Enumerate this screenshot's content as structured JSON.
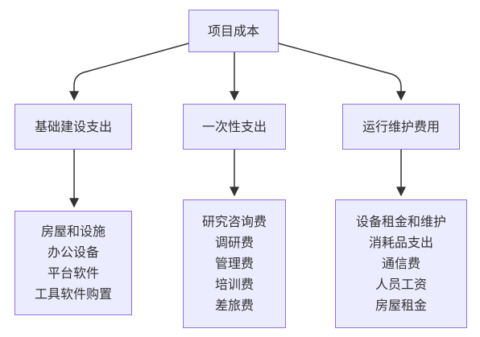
{
  "diagram": {
    "root": {
      "label": "项目成本"
    },
    "branches": [
      {
        "label": "基础建设支出",
        "items": [
          "房屋和设施",
          "办公设备",
          "平台软件",
          "工具软件购置"
        ]
      },
      {
        "label": "一次性支出",
        "items": [
          "研究咨询费",
          "调研费",
          "管理费",
          "培训费",
          "差旅费"
        ]
      },
      {
        "label": "运行维护费用",
        "items": [
          "设备租金和维护",
          "消耗品支出",
          "通信费",
          "人员工资",
          "房屋租金"
        ]
      }
    ],
    "colors": {
      "node_fill": "#ECECFF",
      "node_border": "#9370DB",
      "edge": "#333333",
      "text": "#333333"
    }
  }
}
